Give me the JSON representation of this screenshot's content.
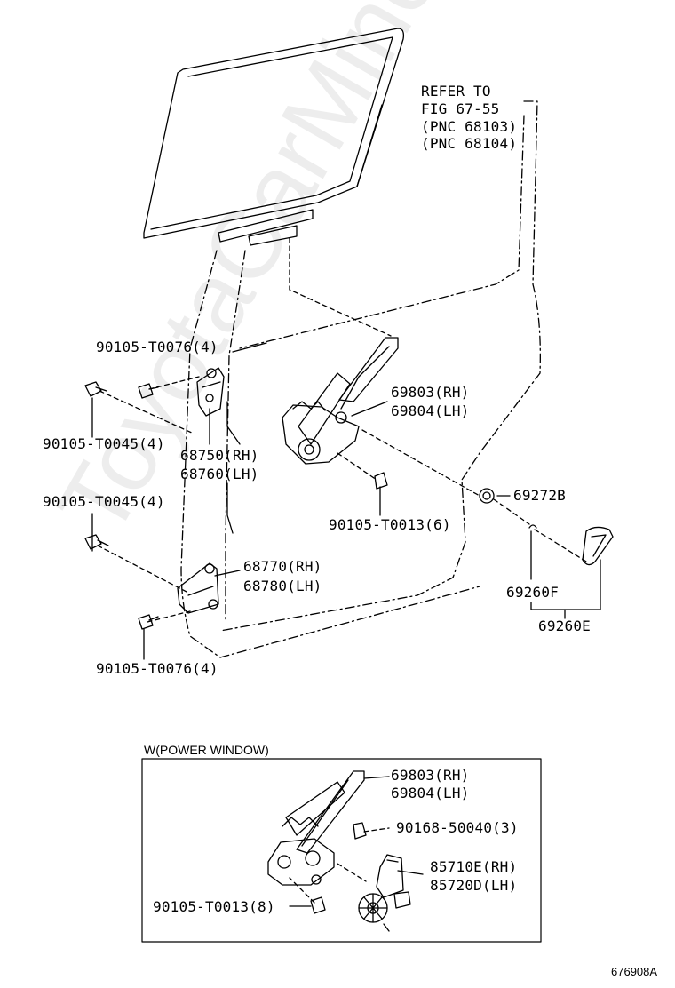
{
  "refer_note": {
    "line1": "REFER TO",
    "line2": "FIG 67-55",
    "line3": "(PNC 68103)",
    "line4": "(PNC 68104)"
  },
  "parts": {
    "bolt_t0076_top": "90105-T0076(4)",
    "bolt_t0045_upper": "90105-T0045(4)",
    "bolt_t0045_lower": "90105-T0045(4)",
    "bolt_t0076_bottom": "90105-T0076(4)",
    "hinge_upper_rh": "68750(RH)",
    "hinge_upper_lh": "68760(LH)",
    "hinge_lower_rh": "68770(RH)",
    "hinge_lower_lh": "68780(LH)",
    "regulator_rh": "69803(RH)",
    "regulator_lh": "69804(LH)",
    "bolt_t0013": "90105-T0013(6)",
    "seal": "69272B",
    "handle_part": "69260F",
    "handle_assy": "69260E"
  },
  "power_window": {
    "title": "W(POWER WINDOW)",
    "regulator_rh": "69803(RH)",
    "regulator_lh": "69804(LH)",
    "screw": "90168-50040(3)",
    "motor_rh": "85710E(RH)",
    "motor_lh": "85720D(LH)",
    "bolt": "90105-T0013(8)"
  },
  "figure_id": "676908A",
  "watermark": "ToyotaCarMine.ru"
}
